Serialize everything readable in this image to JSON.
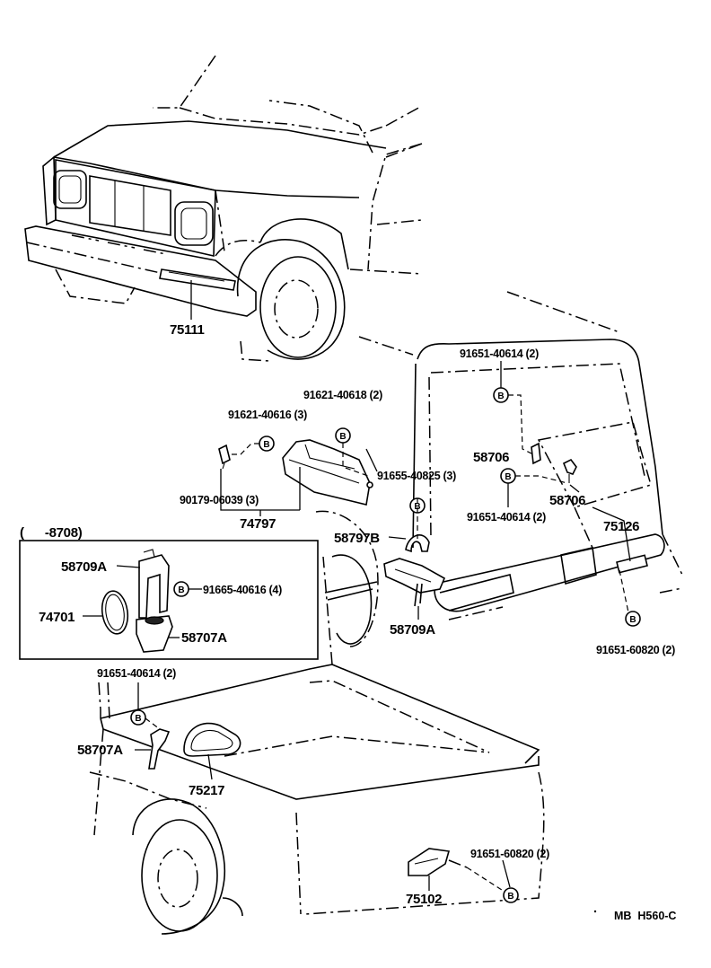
{
  "labels": {
    "p75111": "75111",
    "p91651_40614_top": "91651-40614 (2)",
    "p91621_40618": "91621-40618 (2)",
    "p91621_40616": "91621-40616 (3)",
    "p58706_a": "58706",
    "p91655_40825": "91655-40825 (3)",
    "p90179_06039": "90179-06039 (3)",
    "p58706_b": "58706",
    "p74797": "74797",
    "p91651_40614_mid": "91651-40614 (2)",
    "p75126": "75126",
    "p8708": "(      -8708)",
    "p58797B": "58797B",
    "p58709A_box": "58709A",
    "p91665_40616": "91665-40616 (4)",
    "p74701": "74701",
    "p58707A_box": "58707A",
    "p58709A": "58709A",
    "p91651_60820_right": "91651-60820 (2)",
    "p91651_40614_low": "91651-40614 (2)",
    "p58707A": "58707A",
    "p75217": "75217",
    "p91651_60820_low": "91651-60820 (2)",
    "p75102": "75102",
    "code": "MB  H560-C"
  },
  "bolt_symbol": "B",
  "colors": {
    "ink": "#000000",
    "paper": "#ffffff"
  }
}
